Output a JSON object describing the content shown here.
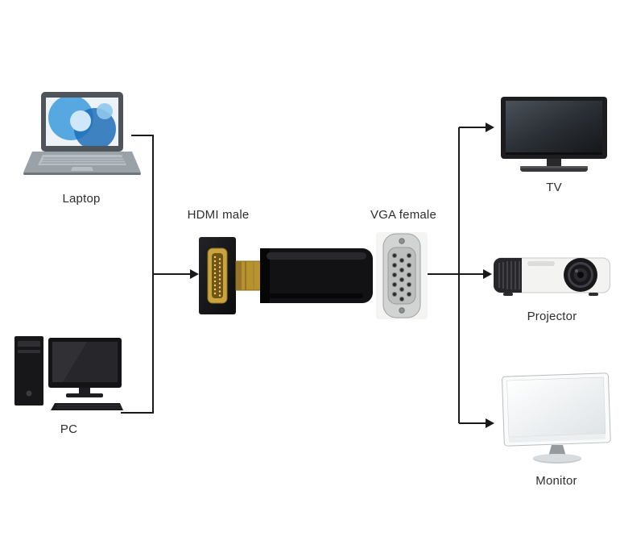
{
  "diagram": {
    "sources": [
      {
        "id": "laptop",
        "label": "Laptop"
      },
      {
        "id": "pc",
        "label": "PC"
      }
    ],
    "adapter": {
      "hdmi_label": "HDMI male",
      "vga_label": "VGA female"
    },
    "outputs": [
      {
        "id": "tv",
        "label": "TV"
      },
      {
        "id": "projector",
        "label": "Projector"
      },
      {
        "id": "monitor",
        "label": "Monitor"
      }
    ],
    "colors": {
      "line": "#1a1a1a",
      "label_text": "#2d2d2d",
      "hdmi_gold": "#c9a43f",
      "adapter_black": "#121214",
      "vga_metal": "#d2d4d3",
      "laptop_screen_blue": "#2f86d6"
    }
  }
}
